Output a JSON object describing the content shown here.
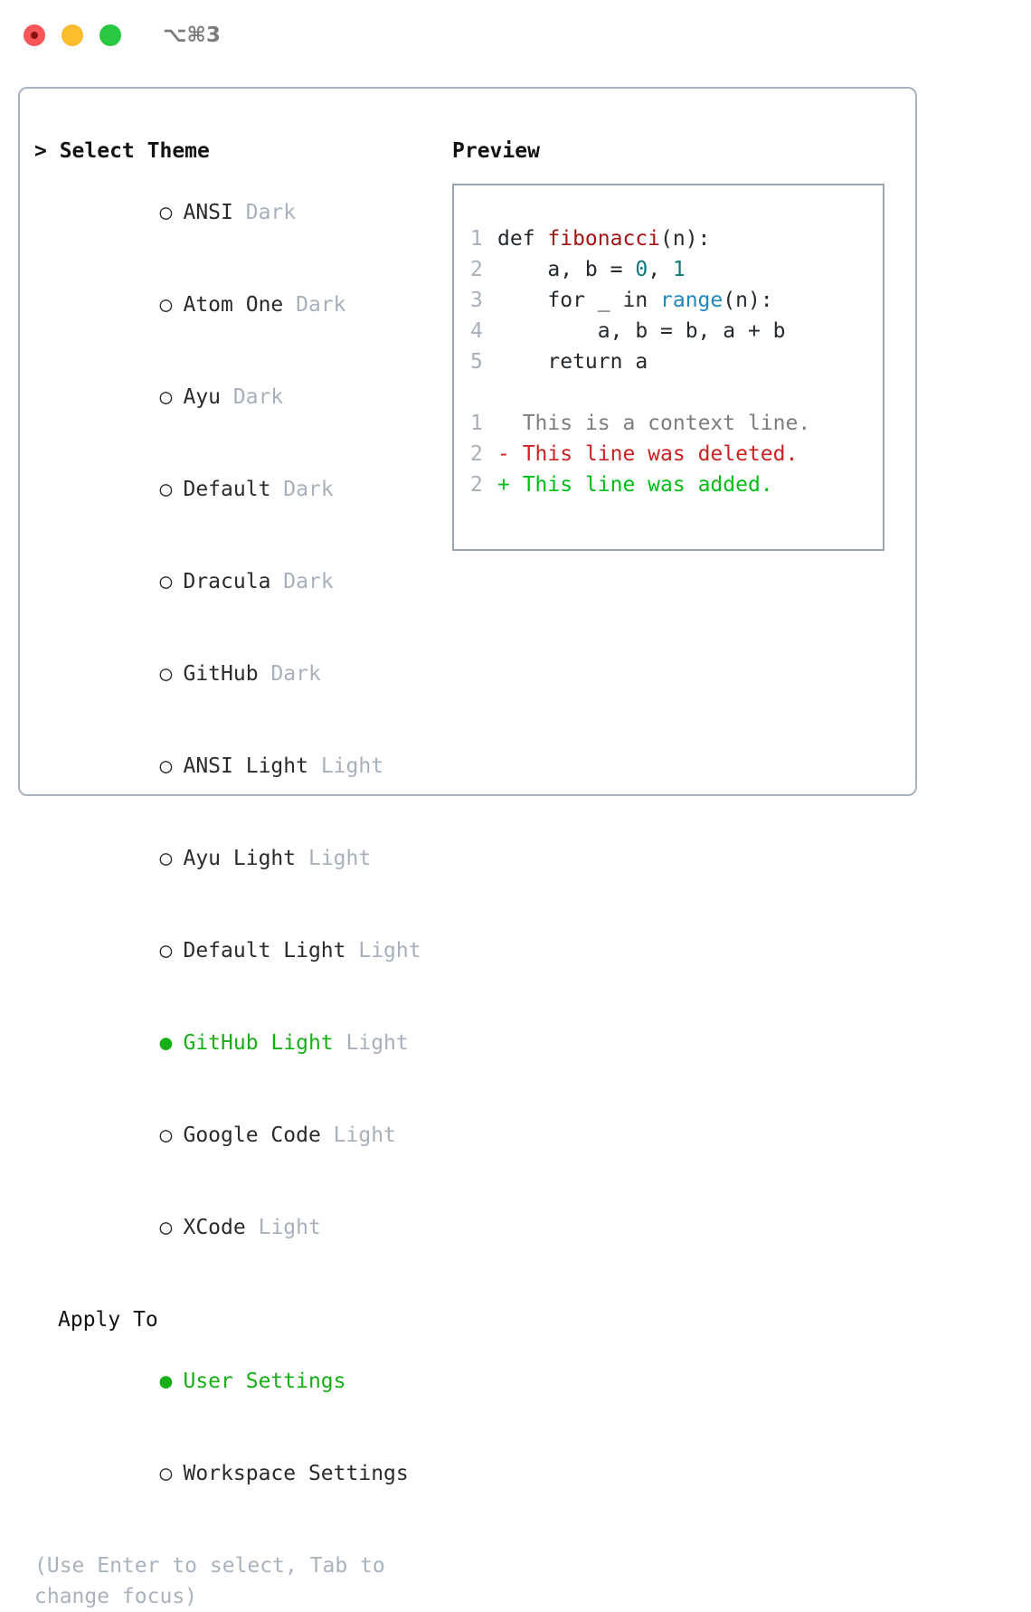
{
  "titlebar": {
    "shortcut": "⌥⌘3",
    "buttons": [
      {
        "name": "close",
        "color": "#f9565a"
      },
      {
        "name": "minimize",
        "color": "#fbbd2e"
      },
      {
        "name": "maximize",
        "color": "#28c840"
      }
    ]
  },
  "theme_picker": {
    "header": "> Select Theme",
    "items": [
      {
        "marker": "○",
        "name": "ANSI",
        "variant": "Dark",
        "selected": false
      },
      {
        "marker": "○",
        "name": "Atom One",
        "variant": "Dark",
        "selected": false
      },
      {
        "marker": "○",
        "name": "Ayu",
        "variant": "Dark",
        "selected": false
      },
      {
        "marker": "○",
        "name": "Default",
        "variant": "Dark",
        "selected": false
      },
      {
        "marker": "○",
        "name": "Dracula",
        "variant": "Dark",
        "selected": false
      },
      {
        "marker": "○",
        "name": "GitHub",
        "variant": "Dark",
        "selected": false
      },
      {
        "marker": "○",
        "name": "ANSI Light",
        "variant": "Light",
        "selected": false
      },
      {
        "marker": "○",
        "name": "Ayu Light",
        "variant": "Light",
        "selected": false
      },
      {
        "marker": "○",
        "name": "Default Light",
        "variant": "Light",
        "selected": false
      },
      {
        "marker": "●",
        "name": "GitHub Light",
        "variant": "Light",
        "selected": true
      },
      {
        "marker": "○",
        "name": "Google Code",
        "variant": "Light",
        "selected": false
      },
      {
        "marker": "○",
        "name": "XCode",
        "variant": "Light",
        "selected": false
      }
    ]
  },
  "apply_to": {
    "header": "Apply To",
    "items": [
      {
        "marker": "●",
        "label": "User Settings",
        "selected": true
      },
      {
        "marker": "○",
        "label": "Workspace Settings",
        "selected": false
      }
    ]
  },
  "hint": "(Use Enter to select, Tab to change focus)",
  "preview": {
    "label": "Preview",
    "code": [
      {
        "num": "1",
        "parts": [
          {
            "t": "def ",
            "c": "plain"
          },
          {
            "t": "fibonacci",
            "c": "fn"
          },
          {
            "t": "(n):",
            "c": "plain"
          }
        ]
      },
      {
        "num": "2",
        "parts": [
          {
            "t": "    a, b = ",
            "c": "plain"
          },
          {
            "t": "0",
            "c": "num"
          },
          {
            "t": ", ",
            "c": "plain"
          },
          {
            "t": "1",
            "c": "num"
          }
        ]
      },
      {
        "num": "3",
        "parts": [
          {
            "t": "    for _ in ",
            "c": "plain"
          },
          {
            "t": "range",
            "c": "call"
          },
          {
            "t": "(n):",
            "c": "plain"
          }
        ]
      },
      {
        "num": "4",
        "parts": [
          {
            "t": "        a, b = b, a + b",
            "c": "plain"
          }
        ]
      },
      {
        "num": "5",
        "parts": [
          {
            "t": "    return a",
            "c": "plain"
          }
        ]
      }
    ],
    "diff": [
      {
        "num": "1",
        "sign": " ",
        "text": " This is a context line.",
        "kind": "ctx"
      },
      {
        "num": "2",
        "sign": "-",
        "text": " This line was deleted.",
        "kind": "del"
      },
      {
        "num": "2",
        "sign": "+",
        "text": " This line was added.",
        "kind": "add"
      }
    ]
  },
  "colors": {
    "selected_green": "#16b016",
    "variant_gray": "#a8b0bb",
    "function_red": "#a31515",
    "number_teal": "#0b7a7a",
    "call_blue": "#1e87c0",
    "diff_delete_red": "#cc2222",
    "diff_add_green": "#00bd18",
    "border_gray": "#aab2bf",
    "hint_gray": "#aab2bd"
  }
}
